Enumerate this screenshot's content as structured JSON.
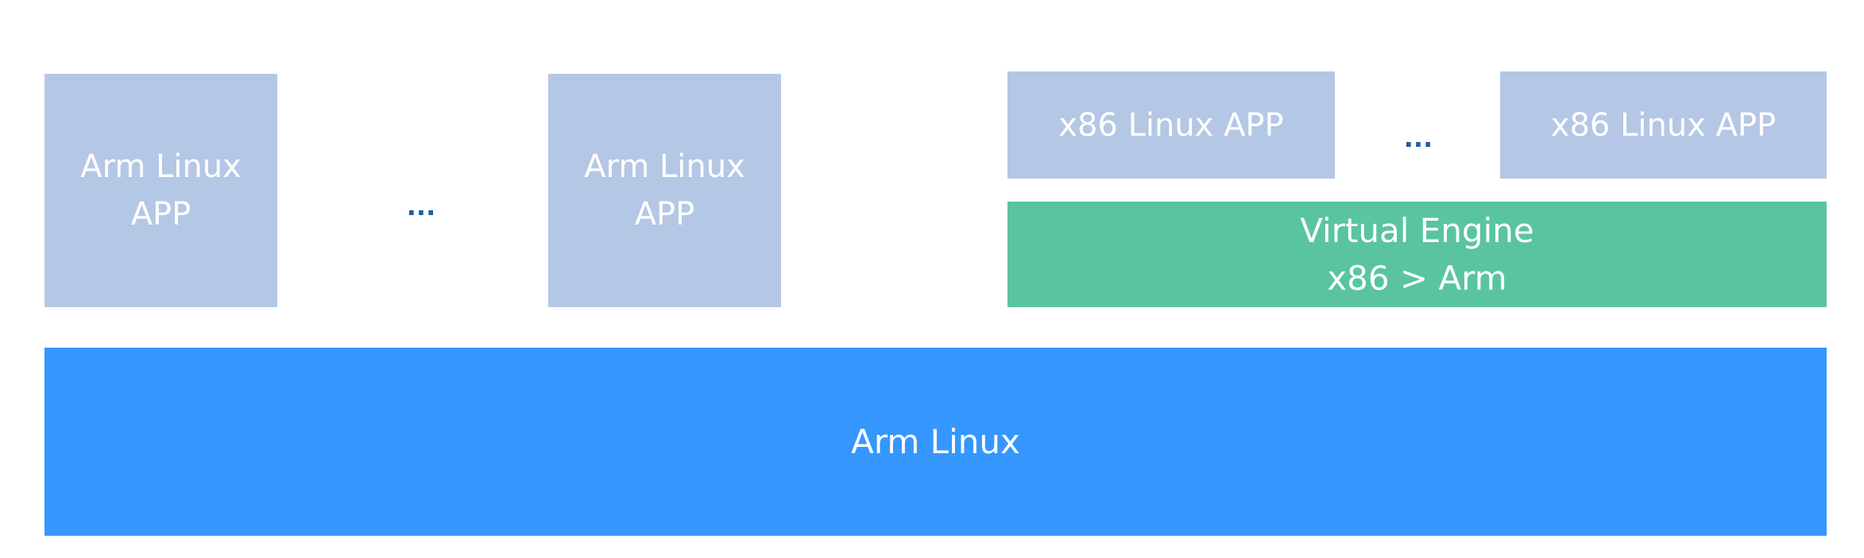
{
  "arm_apps": [
    {
      "line1": "Arm Linux",
      "line2": "APP"
    },
    {
      "line1": "Arm Linux",
      "line2": "APP"
    }
  ],
  "arm_apps_ellipsis": "...",
  "x86_apps": [
    {
      "label": "x86 Linux APP"
    },
    {
      "label": "x86 Linux APP"
    }
  ],
  "x86_apps_ellipsis": "...",
  "virtual_engine": {
    "line1": "Virtual Engine",
    "line2": "x86 > Arm"
  },
  "os_layer": {
    "label": "Arm Linux"
  },
  "colors": {
    "app_box": "#b4c7e5",
    "virtual_engine": "#5ac4a1",
    "os_layer": "#3597fe",
    "ellipsis": "#1f5f9e"
  }
}
